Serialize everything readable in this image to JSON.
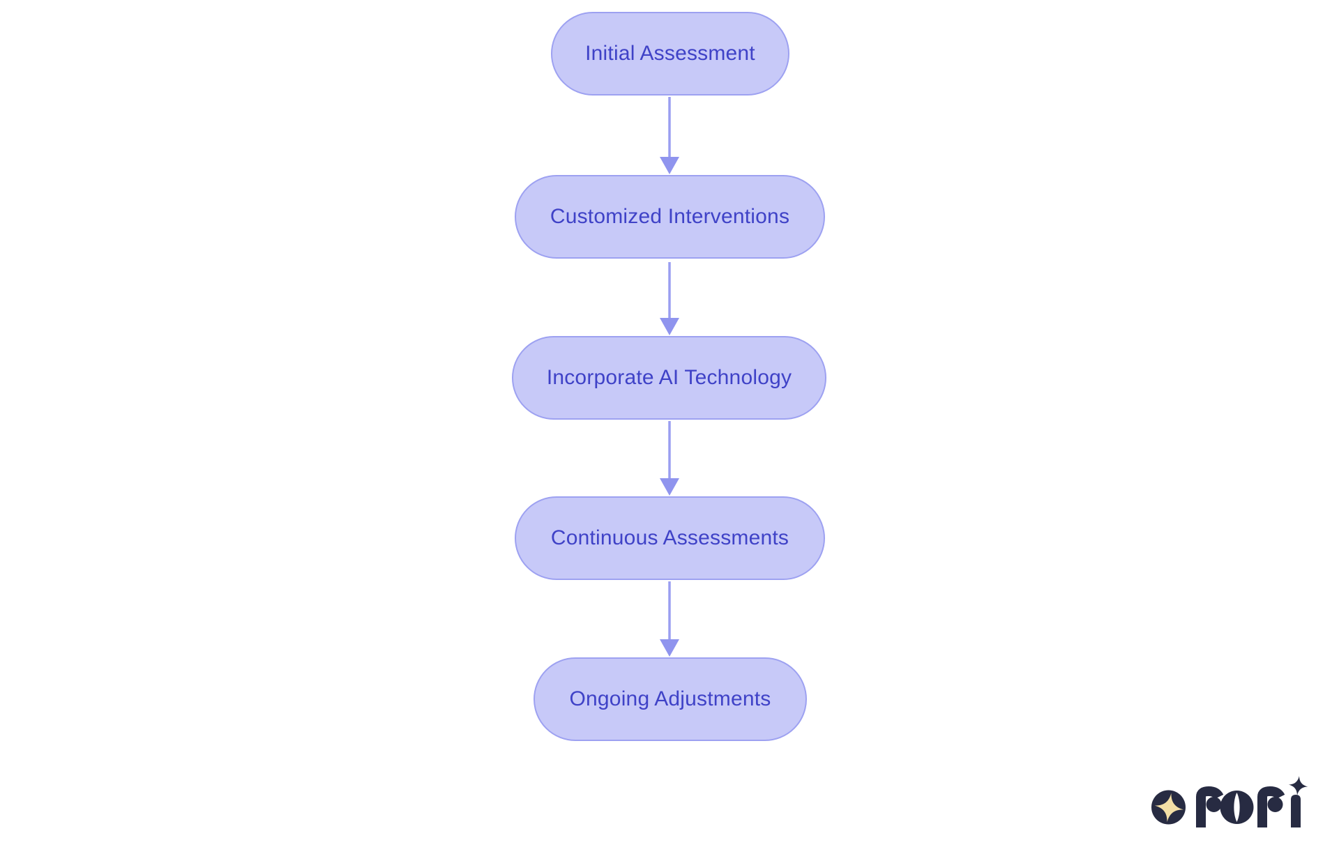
{
  "diagram": {
    "type": "flowchart",
    "direction": "top-down",
    "nodes": [
      {
        "id": "initial-assessment",
        "label": "Initial Assessment"
      },
      {
        "id": "customized-interventions",
        "label": "Customized Interventions"
      },
      {
        "id": "incorporate-ai-technology",
        "label": "Incorporate AI Technology"
      },
      {
        "id": "continuous-assessments",
        "label": "Continuous Assessments"
      },
      {
        "id": "ongoing-adjustments",
        "label": "Ongoing Adjustments"
      }
    ],
    "edges": [
      {
        "from": "initial-assessment",
        "to": "customized-interventions"
      },
      {
        "from": "customized-interventions",
        "to": "incorporate-ai-technology"
      },
      {
        "from": "incorporate-ai-technology",
        "to": "continuous-assessments"
      },
      {
        "from": "continuous-assessments",
        "to": "ongoing-adjustments"
      }
    ],
    "colors": {
      "background": "#ffffff",
      "node_fill": "#c7c9f8",
      "node_border": "#9da1f1",
      "node_text": "#3f42c7",
      "arrow_line": "#9a9ef1",
      "arrow_head": "#8f94ee"
    }
  },
  "branding": {
    "logo_text": "rori",
    "badge_icon": "four-point-star-icon",
    "dot_icon": "four-point-star-icon",
    "colors": {
      "logo_dark": "#272b42",
      "logo_star": "#f3dfa6"
    }
  }
}
